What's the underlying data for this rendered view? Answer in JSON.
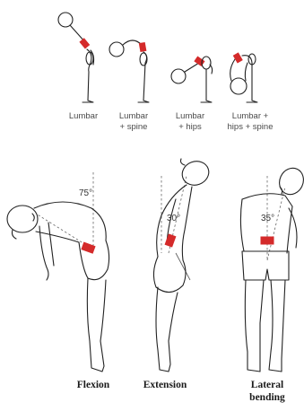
{
  "top_row": {
    "labels": [
      {
        "line1": "Lumbar",
        "line2": ""
      },
      {
        "line1": "Lumbar",
        "line2": "+ spine"
      },
      {
        "line1": "Lumbar",
        "line2": "+ hips"
      },
      {
        "line1": "Lumbar +",
        "line2": "hips + spine"
      }
    ]
  },
  "bottom_row": {
    "figures": [
      {
        "angle": "75°",
        "caption1": "Flexion",
        "caption2": ""
      },
      {
        "angle": "30°",
        "caption1": "Extension",
        "caption2": ""
      },
      {
        "angle": "35°",
        "caption1": "Lateral",
        "caption2": "bending"
      }
    ]
  },
  "colors": {
    "highlight": "#d42a2a",
    "outline": "#222222"
  }
}
